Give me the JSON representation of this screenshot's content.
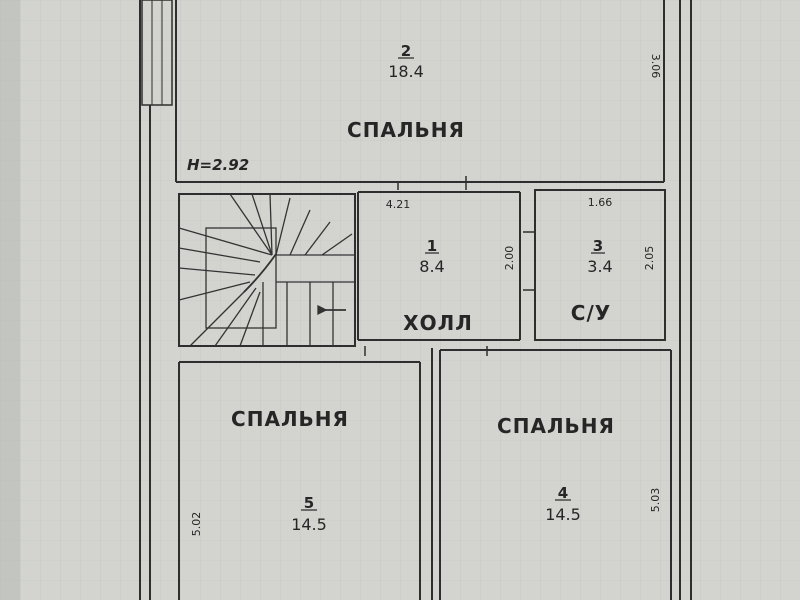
{
  "rooms": {
    "r2": {
      "number": "2",
      "area": "18.4",
      "name": "СПАЛЬНЯ",
      "dim_v": "3.06"
    },
    "r1": {
      "number": "1",
      "area": "8.4",
      "name": "ХОЛЛ",
      "dim_h": "4.21",
      "dim_v": "2.00"
    },
    "r3": {
      "number": "3",
      "area": "3.4",
      "name": "С/У",
      "dim_h": "1.66",
      "dim_v": "2.05"
    },
    "r5": {
      "number": "5",
      "area": "14.5",
      "name": "СПАЛЬНЯ",
      "dim_v": "5.02"
    },
    "r4": {
      "number": "4",
      "area": "14.5",
      "name": "СПАЛЬНЯ",
      "dim_v": "5.03"
    }
  },
  "ceiling_height": "H=2.92",
  "colors": {
    "paper": "#d4d5d1",
    "wall": "#2e2e2e",
    "grid": "#bfc1bc"
  }
}
